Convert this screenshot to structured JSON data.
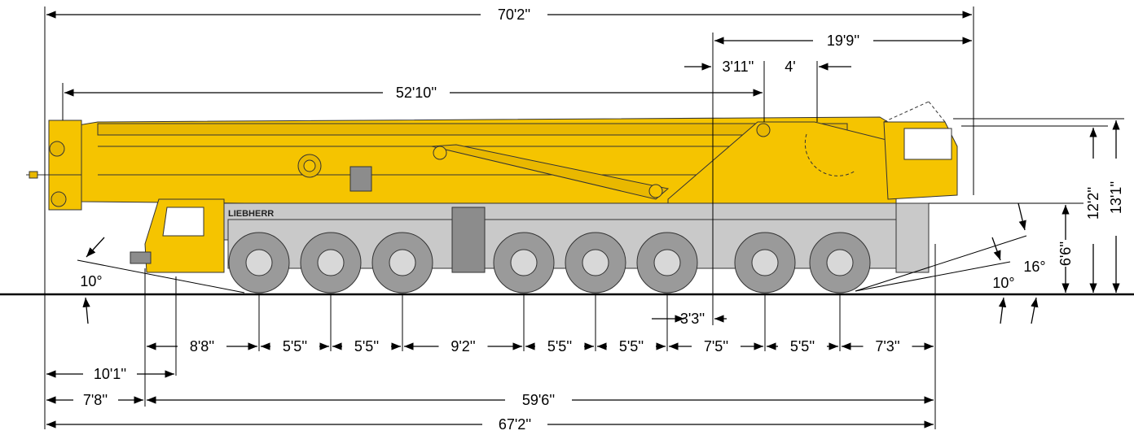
{
  "brand": {
    "name": "LIEBHERR"
  },
  "colors": {
    "body": "#f5c400",
    "chassis": "#c9c9c9",
    "tire": "#9a9a9a",
    "line": "#000000"
  },
  "dimensions": {
    "overall_top": "70'2''",
    "superstructure_rear": "19'9''",
    "rear_offset_1": "3'11''",
    "rear_offset_2": "4'",
    "boom_length": "52'10''",
    "front_angle": "10°",
    "rear_angle_1": "10°",
    "rear_angle_2": "16°",
    "height_ground_clearance": "6'6''",
    "height_cab": "12'2''",
    "height_total": "13'1''",
    "center_offset": "3'3''",
    "axle_spacings": [
      "8'8''",
      "5'5''",
      "5'5''",
      "9'2''",
      "5'5''",
      "5'5''",
      "7'5''",
      "5'5''",
      "7'3''"
    ],
    "front_to_first_axle": "10'1''",
    "front_overhang": "7'8''",
    "wheelbase_total": "59'6''",
    "overall_bottom": "67'2''"
  }
}
